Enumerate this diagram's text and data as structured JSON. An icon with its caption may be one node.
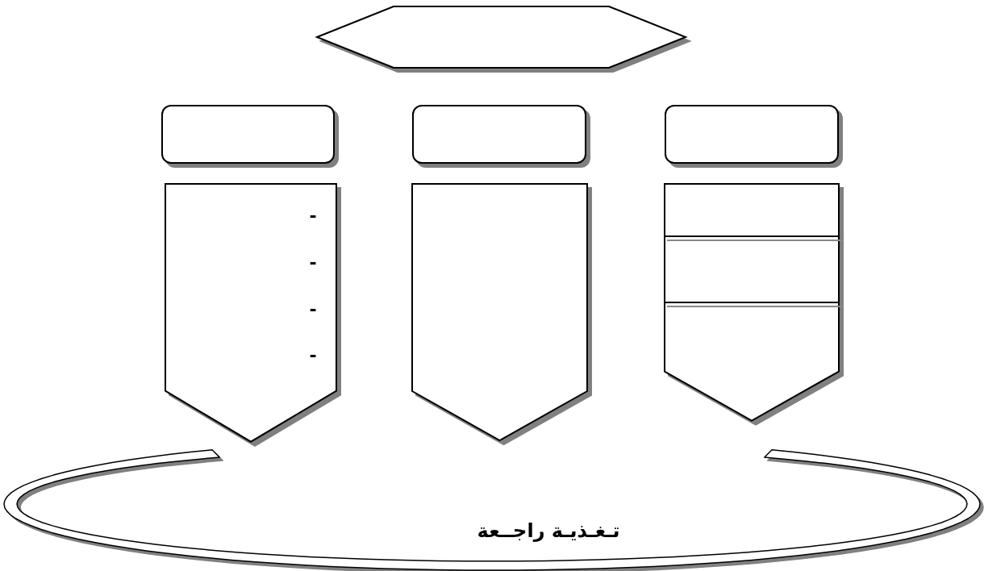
{
  "diagram": {
    "nodes": [
      {
        "text": [],
        "shape": "hexagon"
      },
      {
        "text": [],
        "shape": "box"
      },
      {
        "text": [],
        "shape": "box"
      },
      {
        "text": [],
        "shape": "box"
      },
      {
        "text": [
          "تـغـذيـة راجــعة"
        ]
      }
    ],
    "edges": [
      {
        "from": 1,
        "to": 4,
        "arrow": "to"
      },
      {
        "from": 2,
        "to": 4,
        "arrow": "to"
      },
      {
        "from": 3,
        "to": 4,
        "arrow": "to"
      }
    ],
    "labels": [
      "-",
      "-",
      "-",
      "-"
    ]
  }
}
